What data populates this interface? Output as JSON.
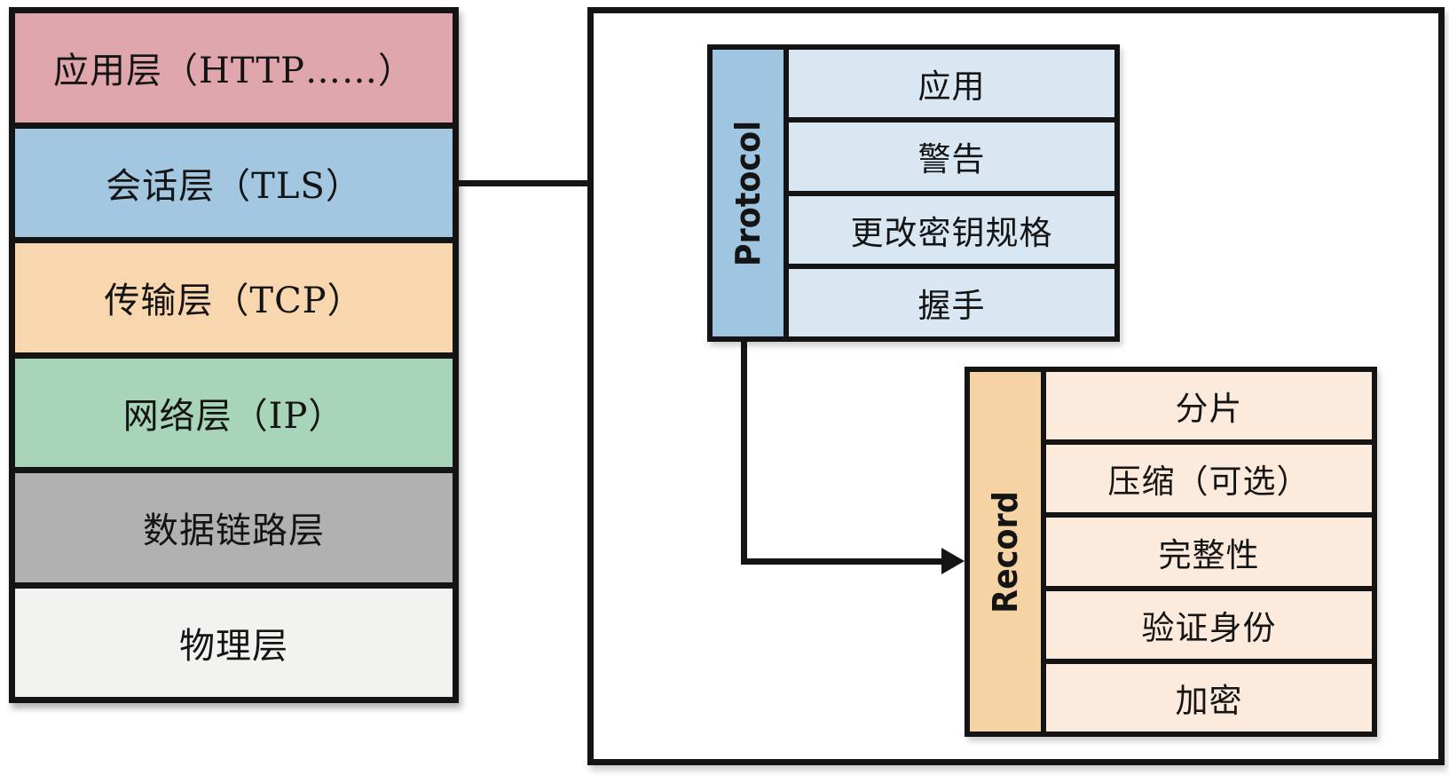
{
  "diagram_title": "TLS protocol layering diagram",
  "palette": {
    "border": "#141414",
    "arrow": "#141414",
    "panel_background": "#ffffff",
    "protocol_label_fill": "#a0c5e0",
    "protocol_row_fill": "#d9e7f3",
    "record_label_fill": "#f6d3a5",
    "record_row_fill": "#fcebdc"
  },
  "left_stack": {
    "layers": [
      {
        "label": "应用层（HTTP……）",
        "color": "#e0a6ae"
      },
      {
        "label": "会话层（TLS）",
        "color": "#a3c7e1"
      },
      {
        "label": "传输层（TCP）",
        "color": "#f8d7ae"
      },
      {
        "label": "网络层（IP）",
        "color": "#a8d5ba"
      },
      {
        "label": "数据链路层",
        "color": "#b1b1b1"
      },
      {
        "label": "物理层",
        "color": "#f2f2f1"
      }
    ]
  },
  "detail_panel": {
    "protocol_group": {
      "label": "Protocol",
      "label_fill": "#a0c5e0",
      "row_fill": "#d9e7f3",
      "rows": [
        {
          "label": "应用"
        },
        {
          "label": "警告"
        },
        {
          "label": "更改密钥规格"
        },
        {
          "label": "握手"
        }
      ]
    },
    "record_group": {
      "label": "Record",
      "label_fill": "#f6d3a5",
      "row_fill": "#fcebdc",
      "rows": [
        {
          "label": "分片"
        },
        {
          "label": "压缩（可选）"
        },
        {
          "label": "完整性"
        },
        {
          "label": "验证身份"
        },
        {
          "label": "加密"
        }
      ]
    }
  }
}
